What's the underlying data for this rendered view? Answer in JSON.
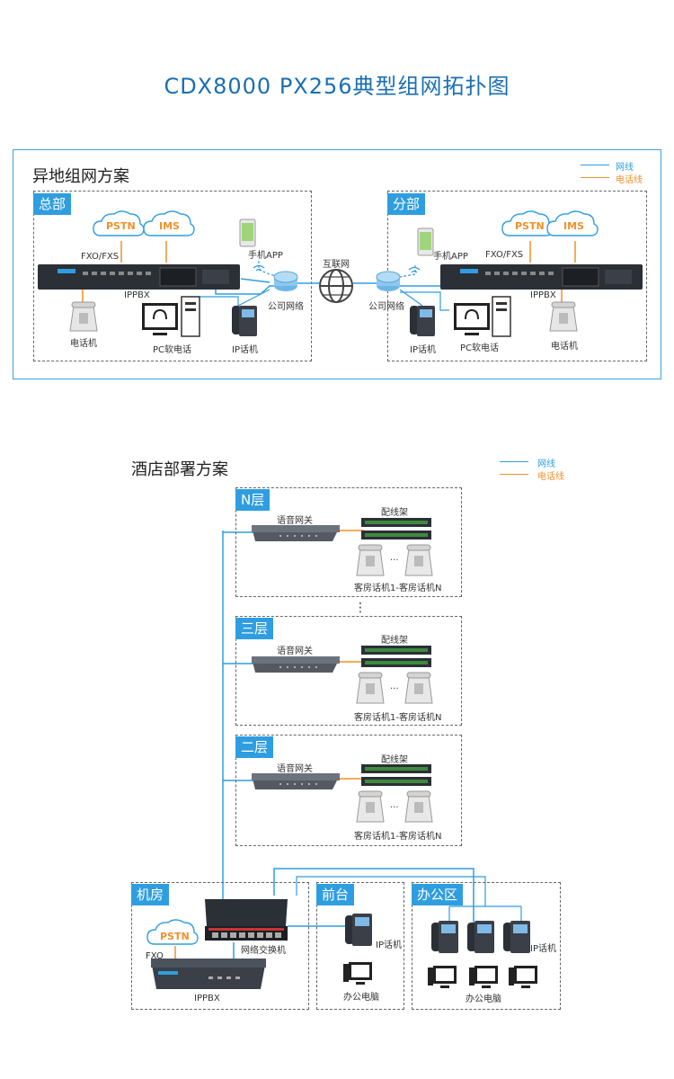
{
  "page_title": "CDX8000   PX256典型组网拓扑图",
  "colors": {
    "net_line": "#2f9ee0",
    "phone_line": "#f0902a",
    "cloud_text": "#f0902a",
    "tag_bg": "#2f9ee0"
  },
  "legend": {
    "net": "网线",
    "phone": "电话线"
  },
  "remote": {
    "title": "异地组网方案",
    "hq": {
      "tag": "总部",
      "pstn": "PSTN",
      "ims": "IMS",
      "fxo_fxs": "FXO/FXS",
      "ippbx": "IPPBX",
      "mobile_app": "手机APP",
      "company_net": "公司网络",
      "phone": "电话机",
      "pc_softphone": "PC软电话",
      "ip_phone": "IP话机"
    },
    "internet": "互联网",
    "branch": {
      "tag": "分部",
      "pstn": "PSTN",
      "ims": "IMS",
      "fxo_fxs": "FXO/FXS",
      "ippbx": "IPPBX",
      "mobile_app": "手机APP",
      "company_net": "公司网络",
      "phone": "电话机",
      "pc_softphone": "PC软电话",
      "ip_phone": "IP话机"
    }
  },
  "hotel": {
    "title": "酒店部署方案",
    "floors": [
      {
        "tag": "N层",
        "gateway": "语音网关",
        "patch": "配线架",
        "phones": "客房话机1-客房话机N",
        "ellipsis": "..."
      },
      {
        "tag": "三层",
        "gateway": "语音网关",
        "patch": "配线架",
        "phones": "客房话机1-客房话机N",
        "ellipsis": "..."
      },
      {
        "tag": "二层",
        "gateway": "语音网关",
        "patch": "配线架",
        "phones": "客房话机1-客房话机N",
        "ellipsis": "..."
      }
    ],
    "vdots": "⋮",
    "machine_room": {
      "tag": "机房",
      "pstn": "PSTN",
      "fxo": "FXO",
      "ippbx": "IPPBX",
      "switch": "网络交换机"
    },
    "front_desk": {
      "tag": "前台",
      "ip_phone": "IP话机",
      "pc": "办公电脑"
    },
    "office": {
      "tag": "办公区",
      "ip_phone": "IP话机",
      "pc": "办公电脑"
    }
  }
}
